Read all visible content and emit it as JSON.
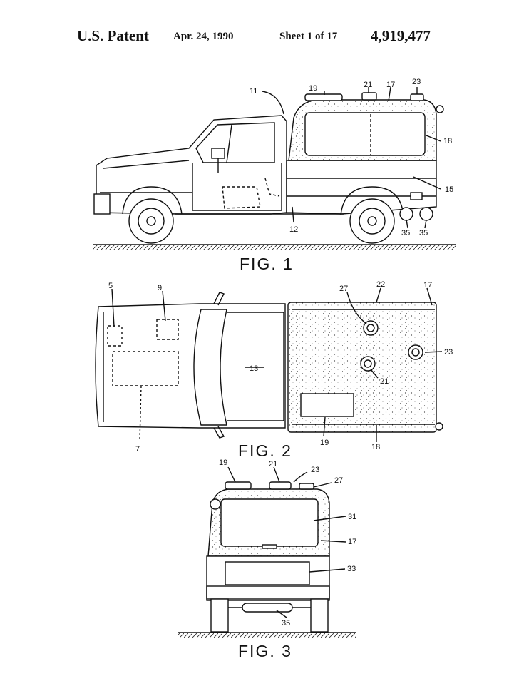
{
  "header": {
    "title": "U.S. Patent",
    "date": "Apr. 24, 1990",
    "sheet": "Sheet 1 of 17",
    "patent_number": "4,919,477"
  },
  "figures": [
    {
      "caption": "FIG. 1",
      "refs": [
        "11",
        "19",
        "21",
        "17",
        "23",
        "18",
        "15",
        "12",
        "35",
        "35"
      ]
    },
    {
      "caption": "FIG. 2",
      "refs": [
        "5",
        "9",
        "27",
        "22",
        "17",
        "13",
        "23",
        "21",
        "7",
        "19",
        "18"
      ]
    },
    {
      "caption": "FIG. 3",
      "refs": [
        "19",
        "21",
        "23",
        "27",
        "31",
        "17",
        "33",
        "35"
      ]
    }
  ],
  "colors": {
    "ink": "#111111",
    "paper": "#ffffff"
  }
}
